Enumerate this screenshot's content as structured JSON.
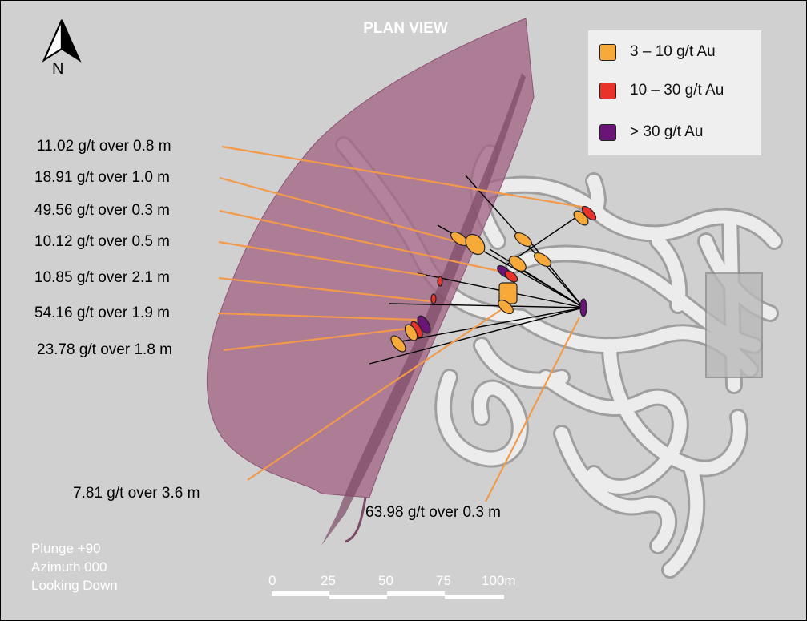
{
  "title": "PLAN VIEW",
  "north_label": "N",
  "legend": [
    {
      "label": "3 – 10 g/t Au",
      "color": "#f7a93a"
    },
    {
      "label": "10 – 30 g/t Au",
      "color": "#e8322a"
    },
    {
      "label": "> 30 g/t Au",
      "color": "#6a1478"
    }
  ],
  "callouts": [
    {
      "text": "11.02 g/t over 0.8 m"
    },
    {
      "text": "18.91 g/t over 1.0 m"
    },
    {
      "text": "49.56 g/t over 0.3 m"
    },
    {
      "text": "10.12 g/t over 0.5 m"
    },
    {
      "text": "10.85 g/t over 2.1 m"
    },
    {
      "text": "54.16 g/t over 1.9 m"
    },
    {
      "text": "23.78 g/t over 1.8 m"
    },
    {
      "text": "7.81 g/t over 3.6 m"
    },
    {
      "text": "63.98 g/t over 0.3 m"
    }
  ],
  "view_info": {
    "plunge": "Plunge +90",
    "azimuth": "Azimuth 000",
    "looking": "Looking Down"
  },
  "scale_bar": {
    "ticks": [
      "0",
      "25",
      "50",
      "75",
      "100m"
    ]
  },
  "colors": {
    "background": "#d0d0d0",
    "vein_surface": "#a36585",
    "workings": "#e4e4e4",
    "callout_leader": "#f29a4a",
    "drill_trace": "#000000"
  }
}
